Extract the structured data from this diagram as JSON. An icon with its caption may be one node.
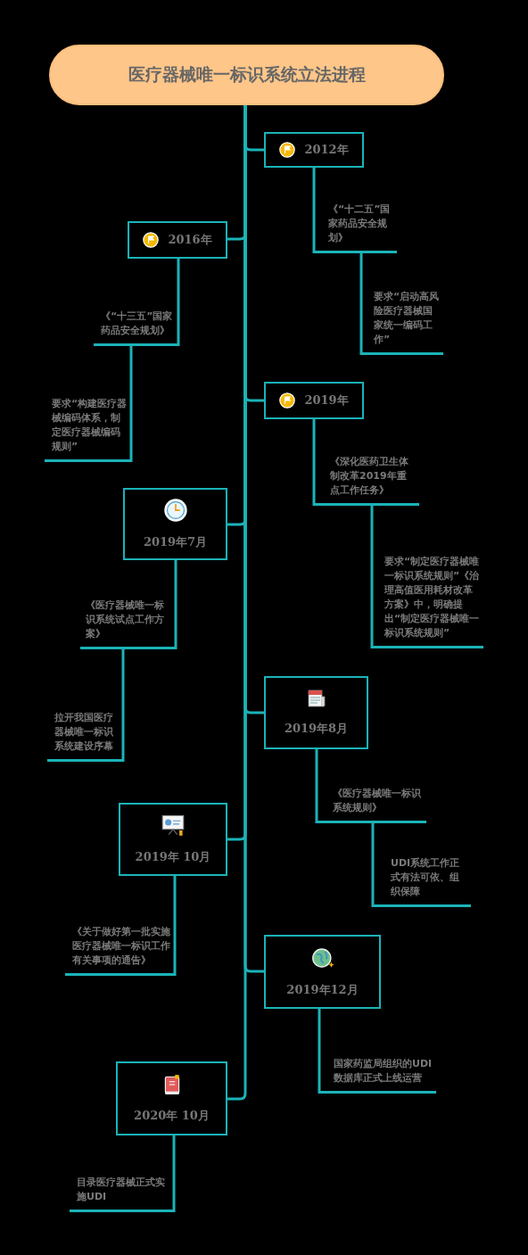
{
  "diagram": {
    "nodes": [
      {
        "text": [
          "医疗器械唯一标识系统立法进程"
        ]
      },
      {
        "text": [
          "2012年"
        ]
      },
      {
        "text": [
          "《“十二五”国家药品安全规划》"
        ]
      },
      {
        "text": [
          "要求“启动高风险医疗器械国家统一编码工作”"
        ]
      },
      {
        "text": [
          "2016年"
        ]
      },
      {
        "text": [
          "《“十三五”国家药品安全规划》"
        ]
      },
      {
        "text": [
          "要求“构建医疗器械编码体系，制定医疗器械编码规则”"
        ]
      },
      {
        "text": [
          "2019年"
        ]
      },
      {
        "text": [
          "《深化医药卫生体制改革2019年重点工作任务》"
        ]
      },
      {
        "text": [
          "要求“制定医疗器械唯一标识系统规则”《治理高值医用耗材改革方案》中，明确提出“制定医疗器械唯一标识系统规则”"
        ]
      },
      {
        "text": [
          "2019年7月"
        ]
      },
      {
        "text": [
          "《医疗器械唯一标识系统试点工作方案》"
        ]
      },
      {
        "text": [
          "拉开我国医疗器械唯一标识系统建设序幕"
        ]
      },
      {
        "text": [
          "2019年8月"
        ]
      },
      {
        "text": [
          "《医疗器械唯一标识系统规则》"
        ]
      },
      {
        "text": [
          "UDI系统工作正式有法可依、组织保障"
        ]
      },
      {
        "text": [
          "2019年 10月"
        ]
      },
      {
        "text": [
          "《关于做好第一批实施医疗器械唯一标识工作有关事项的通告》"
        ]
      },
      {
        "text": [
          "2019年12月"
        ]
      },
      {
        "text": [
          "国家药监局组织的UDI数据库正式上线运营"
        ]
      },
      {
        "text": [
          "2020年 10月"
        ]
      },
      {
        "text": [
          "目录医疗器械正式实施UDI"
        ]
      }
    ],
    "edges": [
      {
        "from": 0,
        "to": 1,
        "arrow": "none"
      },
      {
        "from": 0,
        "to": 4,
        "arrow": "none"
      },
      {
        "from": 0,
        "to": 7,
        "arrow": "none"
      },
      {
        "from": 0,
        "to": 10,
        "arrow": "none"
      },
      {
        "from": 0,
        "to": 13,
        "arrow": "none"
      },
      {
        "from": 0,
        "to": 16,
        "arrow": "none"
      },
      {
        "from": 0,
        "to": 18,
        "arrow": "none"
      },
      {
        "from": 0,
        "to": 20,
        "arrow": "none"
      },
      {
        "from": 1,
        "to": 2,
        "arrow": "none"
      },
      {
        "from": 2,
        "to": 3,
        "arrow": "none"
      },
      {
        "from": 4,
        "to": 5,
        "arrow": "none"
      },
      {
        "from": 5,
        "to": 6,
        "arrow": "none"
      },
      {
        "from": 7,
        "to": 8,
        "arrow": "none"
      },
      {
        "from": 8,
        "to": 9,
        "arrow": "none"
      },
      {
        "from": 10,
        "to": 11,
        "arrow": "none"
      },
      {
        "from": 11,
        "to": 12,
        "arrow": "none"
      },
      {
        "from": 13,
        "to": 14,
        "arrow": "none"
      },
      {
        "from": 14,
        "to": 15,
        "arrow": "none"
      },
      {
        "from": 16,
        "to": 17,
        "arrow": "none"
      },
      {
        "from": 18,
        "to": 19,
        "arrow": "none"
      },
      {
        "from": 20,
        "to": 21,
        "arrow": "none"
      }
    ]
  }
}
